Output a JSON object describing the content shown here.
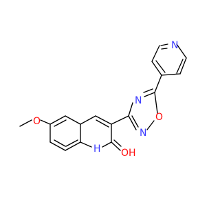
{
  "molecule": {
    "atom_colors": {
      "N": "#3a3aff",
      "O": "#ff0d0d",
      "C": "#000000"
    },
    "atom_labels": {
      "pyridine_n": "N",
      "oxadiazole_n4": "N",
      "oxadiazole_o1": "O",
      "oxadiazole_n2": "N",
      "methoxy_o": "O",
      "quinoline_nh": "H",
      "hydroxy_oh": "OH"
    }
  }
}
